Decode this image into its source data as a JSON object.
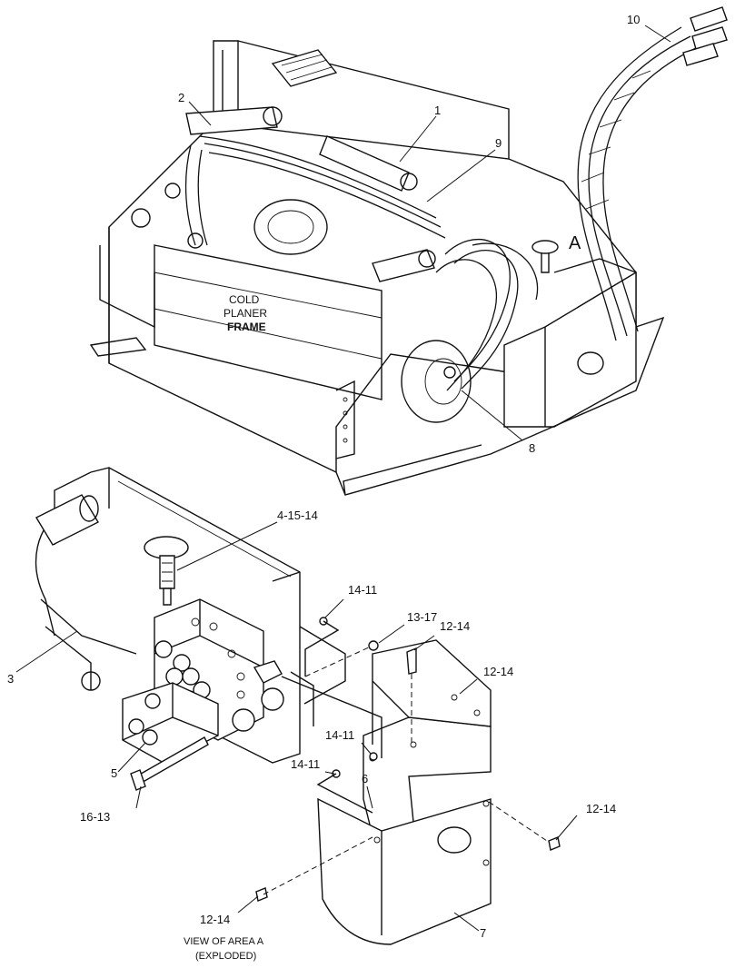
{
  "callouts": {
    "c1": "1",
    "c2": "2",
    "c3": "3",
    "c4_15_14": "4-15-14",
    "c5": "5",
    "c6": "6",
    "c7": "7",
    "c8": "8",
    "c9": "9",
    "c10": "10",
    "c14_11_a": "14-11",
    "c14_11_b": "14-11",
    "c14_11_c": "14-11",
    "c13_17": "13-17",
    "c12_14_a": "12-14",
    "c12_14_b": "12-14",
    "c12_14_c": "12-14",
    "c12_14_d": "12-14",
    "c16_13": "16-13"
  },
  "labels": {
    "frame_line1": "COLD",
    "frame_line2": "PLANER",
    "frame_line3": "FRAME",
    "area_marker": "A",
    "view_line1": "VIEW OF AREA A",
    "view_line2": "(EXPLODED)"
  }
}
